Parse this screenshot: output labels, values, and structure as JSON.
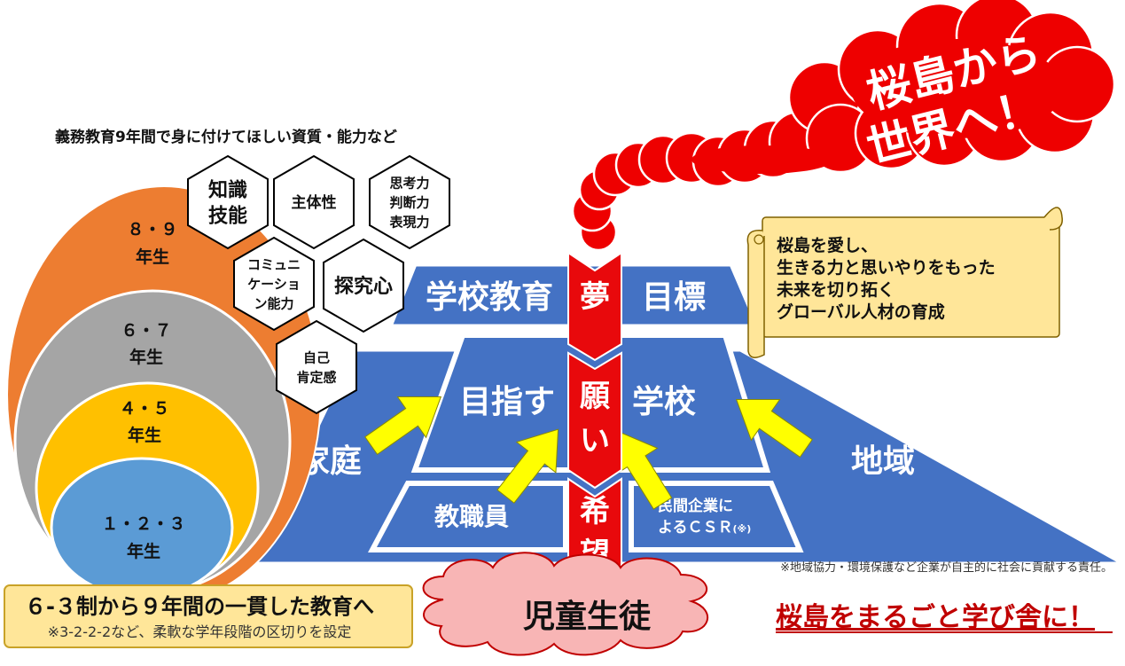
{
  "competencies_title": "義務教育9年間で身に付けてほしい資質・能力など",
  "competencies": [
    [
      "知識",
      "技能"
    ],
    [
      "主体性"
    ],
    [
      "思考力",
      "判断力",
      "表現力"
    ],
    [
      "コミュニ",
      "ケーショ",
      "ン能力"
    ],
    [
      "探究心"
    ],
    [
      "自己",
      "肯定感"
    ]
  ],
  "grade_bands": [
    {
      "top": "８・９",
      "bottom": "年生",
      "color": "#ED7D31"
    },
    {
      "top": "６・７",
      "bottom": "年生",
      "color": "#A5A5A5"
    },
    {
      "top": "４・５",
      "bottom": "年生",
      "color": "#FFC000"
    },
    {
      "top": "１・２・３",
      "bottom": "年生",
      "color": "#5B9BD5"
    }
  ],
  "system_box": {
    "title": "６-３制から９年間の一貫した教育へ",
    "note": "※3-2-2-2など、柔軟な学年段階の区切りを設定"
  },
  "smoke_text": [
    "桜島から",
    "世界へ！"
  ],
  "scroll_lines": [
    "桜島を愛し、",
    "生きる力と思いやりをもった",
    "未来を切り拓く",
    "グローバル人材の育成"
  ],
  "platform": {
    "school_education": "学校教育",
    "goal": "目標",
    "aim": "目指す",
    "school": "学校",
    "family": "家庭",
    "region": "地域",
    "staff": "教職員",
    "csr_line1": "民間企業に",
    "csr_line2": "よるＣＳＲ",
    "csr_mark": "(※)"
  },
  "ribbon": [
    "夢",
    "願",
    "い",
    "希",
    "望"
  ],
  "cloud_text": "児童生徒",
  "footnote": "※地域協力・環境保護など企業が自主的に社会に貢献する責任。",
  "slogan": "桜島をまるごと学び舎に！",
  "colors": {
    "platform_blue": "#4472C4",
    "ribbon_red": "#E8090C",
    "smoke_red": "#EE0000",
    "arrow_yellow": "#FFFF00",
    "scroll_fill": "#FFE699",
    "system_fill": "#FFE699",
    "cloud_fill": "#F8B5B5",
    "slogan_red": "#C00000"
  }
}
